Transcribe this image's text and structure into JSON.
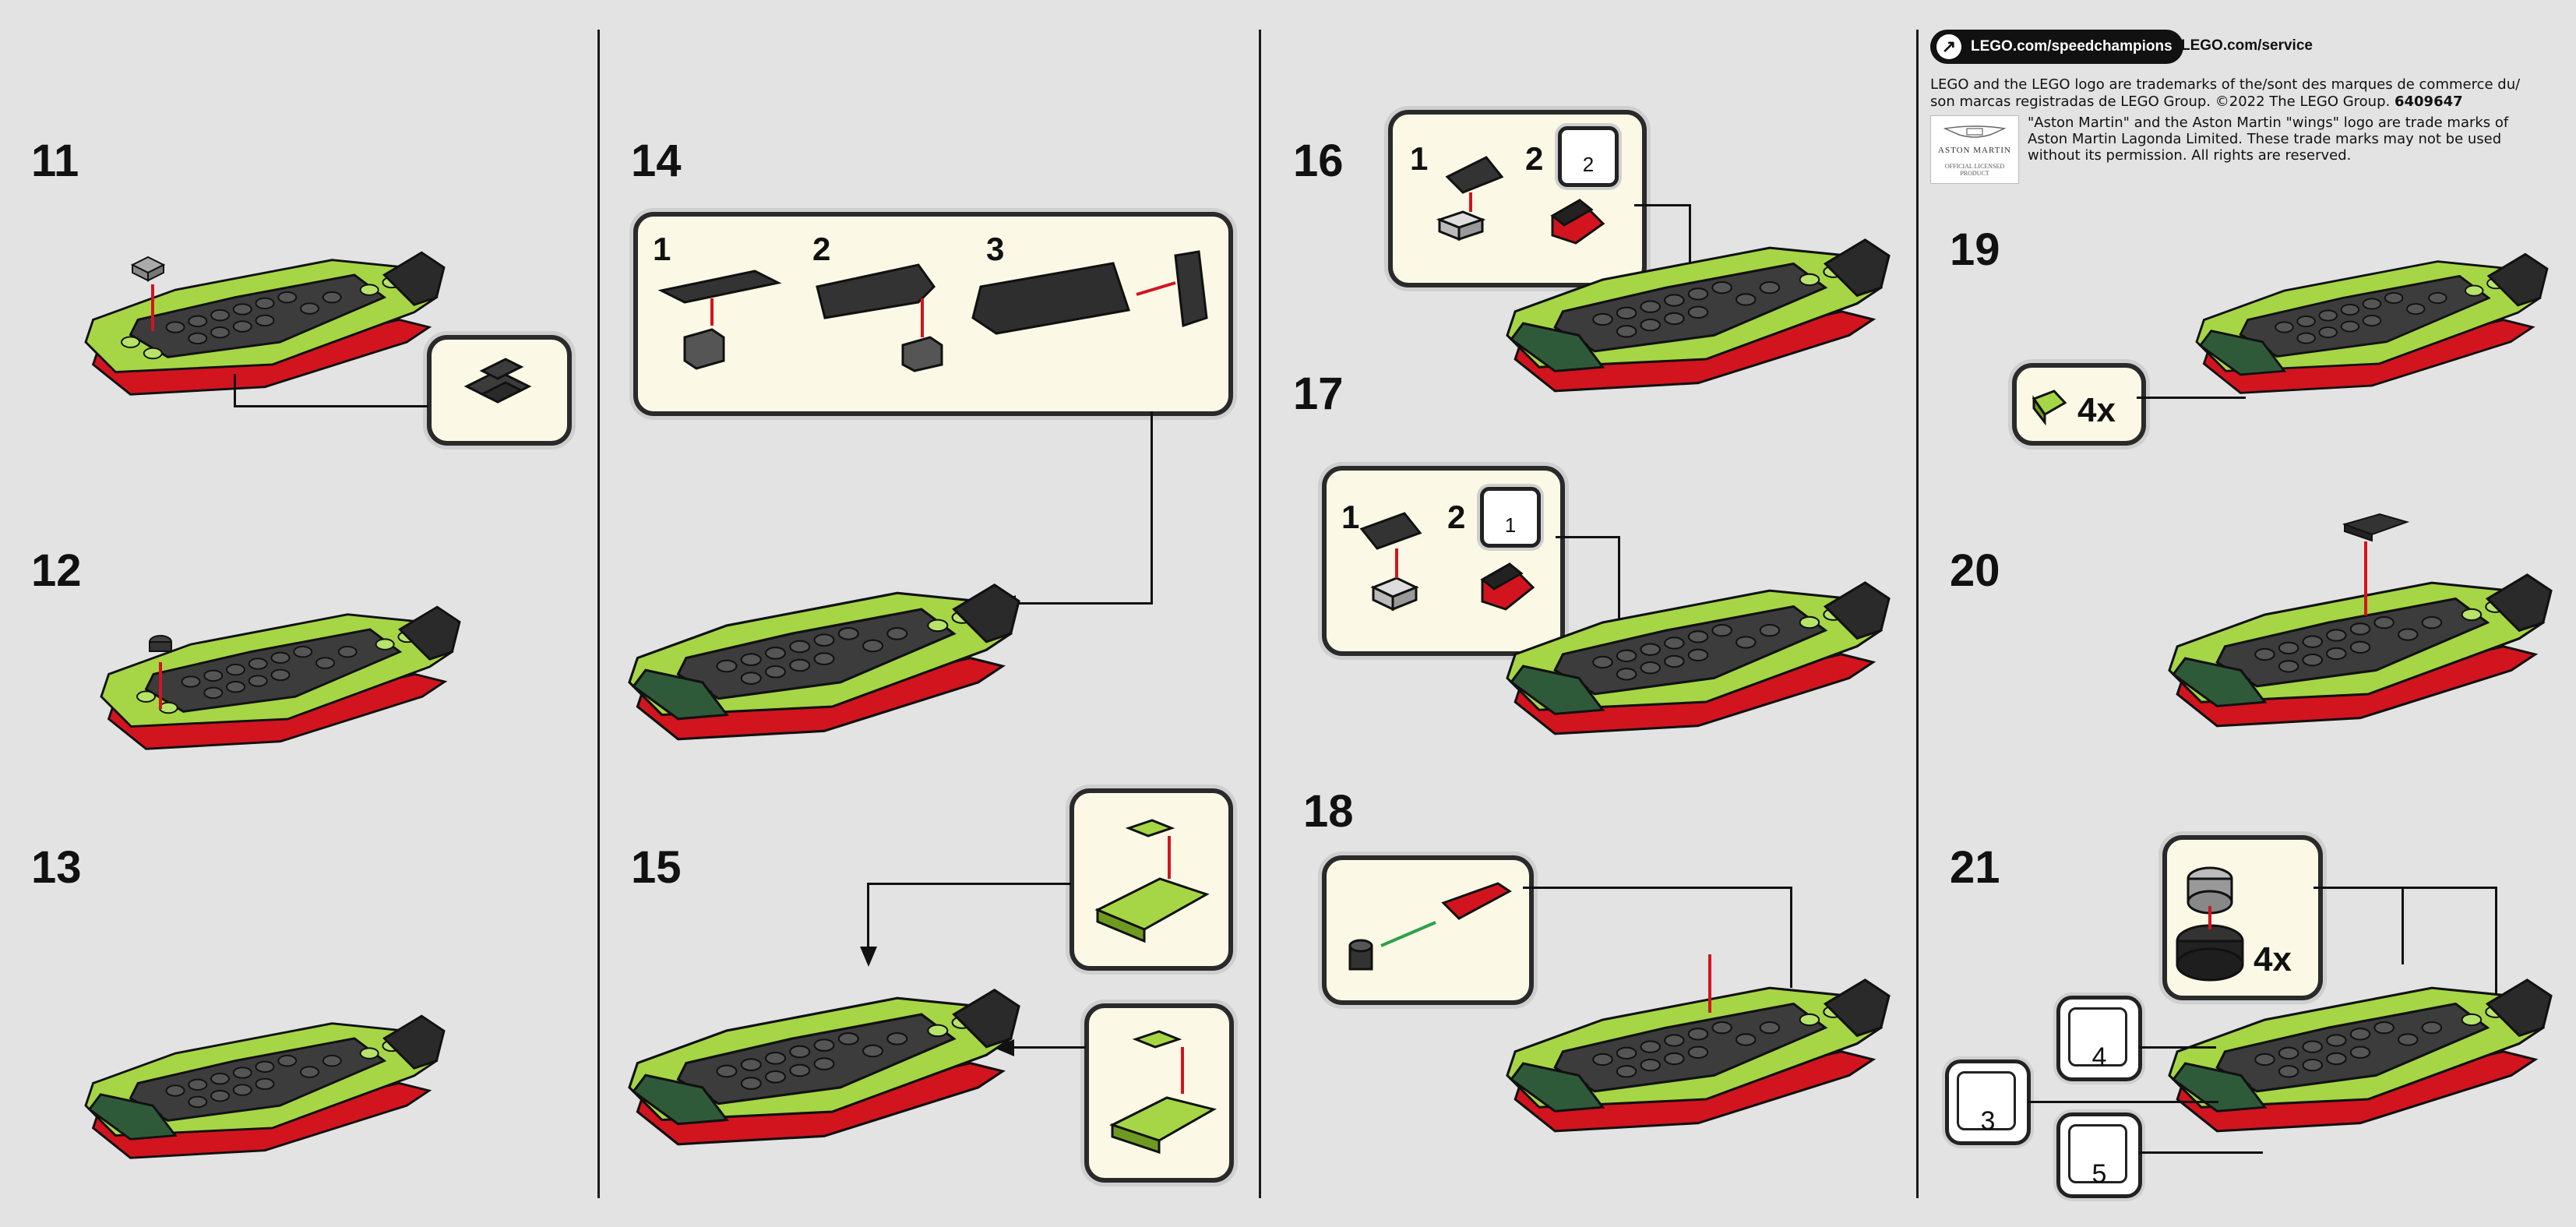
{
  "steps": {
    "s11": "11",
    "s12": "12",
    "s13": "13",
    "s14": "14",
    "s15": "15",
    "s16": "16",
    "s17": "17",
    "s18": "18",
    "s19": "19",
    "s20": "20",
    "s21": "21"
  },
  "substeps": {
    "c14": [
      "1",
      "2",
      "3"
    ],
    "c16": [
      "1",
      "2"
    ],
    "c16_box": "2",
    "c17": [
      "1",
      "2"
    ],
    "c17_box": "1"
  },
  "quantities": {
    "q19": "4x",
    "q21": "4x"
  },
  "subassemblies": {
    "a": "4",
    "b": "3",
    "c": "5"
  },
  "header": {
    "link_main": "LEGO.com/speedchampions",
    "link_icon": "↗",
    "link_service": "LEGO.com/service",
    "legal_line1": "LEGO and the LEGO logo are trademarks of the/sont des marques de commerce du/",
    "legal_line2": "son marcas registradas de LEGO Group. ©2022 The LEGO Group.",
    "code": "6409647",
    "am_line1": "\"Aston Martin\" and the Aston Martin \"wings\" logo are trade marks of",
    "am_line2": "Aston Martin Lagonda Limited. These trade marks may not be used",
    "am_line3": "without its permission. All rights are reserved.",
    "logo_name": "ASTON MARTIN",
    "logo_lic": "OFFICIAL LICENSED PRODUCT"
  },
  "colors": {
    "lime": "#a6d645",
    "lime_dark": "#6f9a22",
    "dark_gray": "#3c3c3c",
    "black": "#1e1e1e",
    "red": "#d2141e",
    "dark_green": "#2f5a3a",
    "callout_bg": "#fbf9e6"
  }
}
